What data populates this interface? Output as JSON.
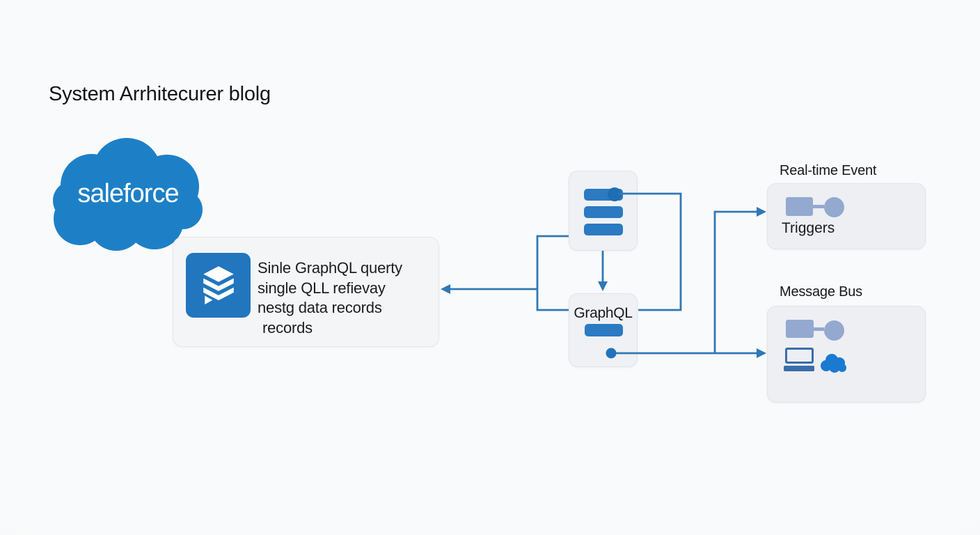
{
  "title": "System Arrhitecurer blolg",
  "logo": {
    "text": "saleforce",
    "color": "#1d80c6"
  },
  "query_card": {
    "icon": "data-stack-icon",
    "lines": [
      "Sinle GraphQL querty",
      "single QLL refievay",
      "nestg data records",
      "records"
    ]
  },
  "queue_node": {
    "icon": "stacked-bars-icon",
    "bar_count": 3
  },
  "graphql_node": {
    "label": "GraphQL"
  },
  "realtime_node": {
    "heading": "Real-time Event",
    "label": "Triggers",
    "icon": "block-to-circle-connector-icon"
  },
  "message_bus_node": {
    "heading": "Message Bus",
    "icons": [
      "block-to-circle-connector-icon",
      "laptop-icon",
      "cloud-icon"
    ]
  },
  "colors": {
    "primary_blue": "#2b7ac2",
    "logo_blue": "#1d80c6",
    "line_blue": "#2f78b6",
    "muted_icon_blue": "#93a9cf",
    "node_fill": "#eff1f4",
    "card_fill": "#f4f5f7",
    "page_background": "#f7f8f9",
    "text_dark": "#18181a"
  }
}
